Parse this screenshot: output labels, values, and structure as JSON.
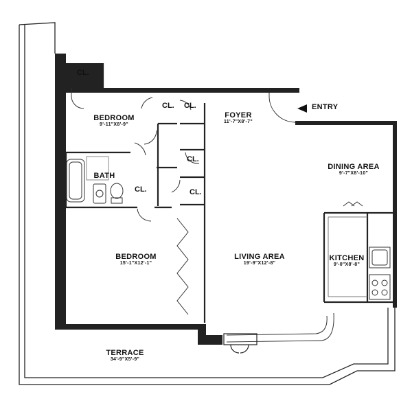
{
  "rooms": {
    "bedroom_small": {
      "name": "BEDROOM",
      "size": "9'-11\"X8'-9\""
    },
    "bath": {
      "name": "BATH"
    },
    "bedroom_large": {
      "name": "BEDROOM",
      "size": "15'-1\"X12'-1\""
    },
    "foyer": {
      "name": "FOYER",
      "size": "11'-7\"X8'-7\""
    },
    "dining": {
      "name": "DINING AREA",
      "size": "9'-7\"X8'-10\""
    },
    "living": {
      "name": "LIVING AREA",
      "size": "19'-9\"X12'-8\""
    },
    "kitchen": {
      "name": "KITCHEN",
      "size": "9'-0\"X8'-8\""
    },
    "terrace": {
      "name": "TERRACE",
      "size": "34'-9\"X5'-9\""
    }
  },
  "closet_label": "CL.",
  "entry_label": "ENTRY"
}
